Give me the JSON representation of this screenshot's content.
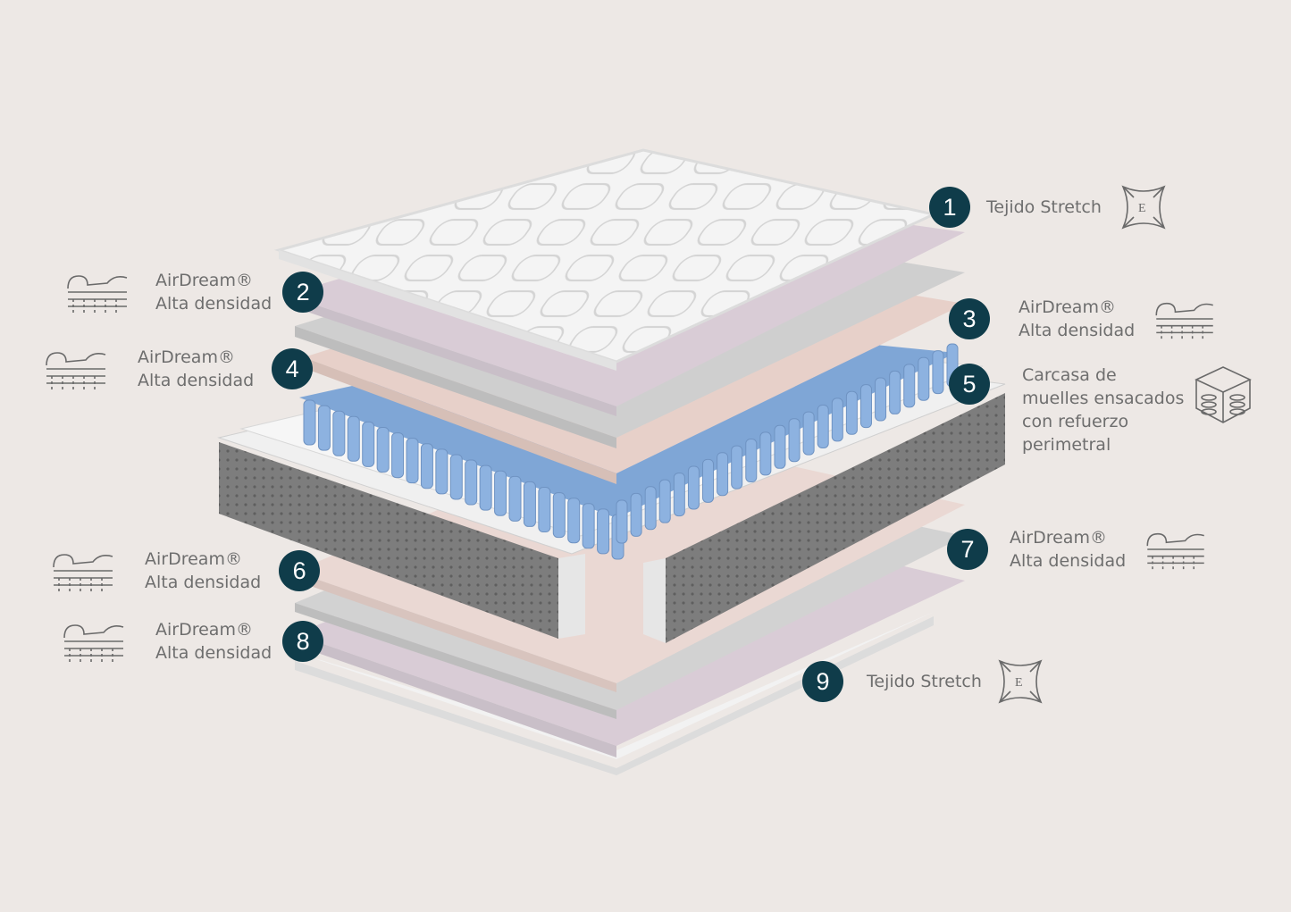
{
  "colors": {
    "background": "#ede8e5",
    "badge": "#0f3c4a",
    "badge_text": "#ffffff",
    "label_text": "#6e6e6e",
    "icon_stroke": "#6a6a6a",
    "spring_blue": "#7fa6d6",
    "foam_pink": "#e7d0c9",
    "foam_grey": "#cfcfcf",
    "foam_lilac": "#d9ccd6",
    "quilted_white": "#f4f4f4",
    "border_fabric_grey": "#7d7d7d"
  },
  "layers": [
    {
      "number": "1",
      "lines": [
        "Tejido Stretch"
      ],
      "icon": "stretch-fabric-icon"
    },
    {
      "number": "2",
      "lines": [
        "AirDream®",
        "Alta densidad"
      ],
      "icon": "foam-layer-icon"
    },
    {
      "number": "3",
      "lines": [
        "AirDream®",
        "Alta densidad"
      ],
      "icon": "foam-layer-icon"
    },
    {
      "number": "4",
      "lines": [
        "AirDream®",
        "Alta densidad"
      ],
      "icon": "foam-layer-icon"
    },
    {
      "number": "5",
      "lines": [
        "Carcasa de",
        "muelles ensacados",
        "con refuerzo",
        "perimetral"
      ],
      "icon": "pocket-spring-icon"
    },
    {
      "number": "6",
      "lines": [
        "AirDream®",
        "Alta densidad"
      ],
      "icon": "foam-layer-icon"
    },
    {
      "number": "7",
      "lines": [
        "AirDream®",
        "Alta densidad"
      ],
      "icon": "foam-layer-icon"
    },
    {
      "number": "8",
      "lines": [
        "AirDream®",
        "Alta densidad"
      ],
      "icon": "foam-layer-icon"
    },
    {
      "number": "9",
      "lines": [
        "Tejido Stretch"
      ],
      "icon": "stretch-fabric-icon"
    }
  ]
}
